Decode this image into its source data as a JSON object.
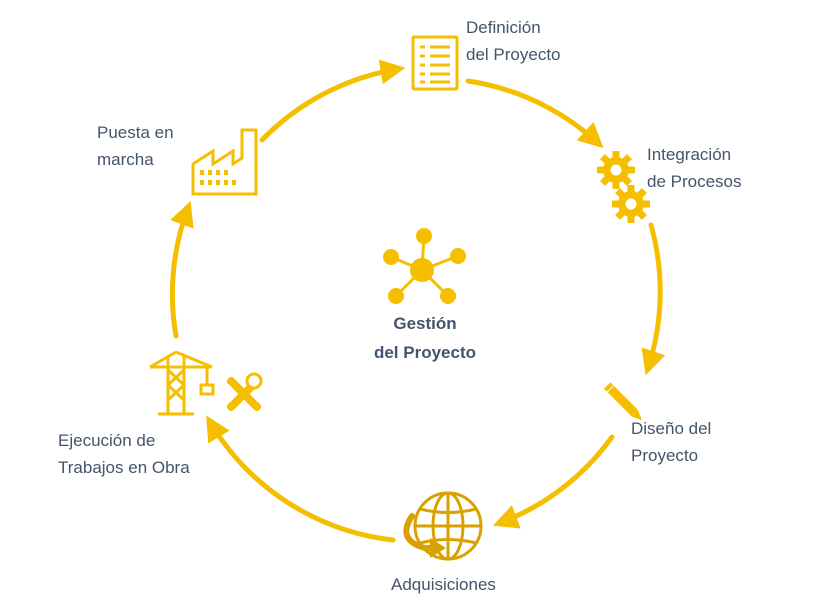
{
  "title": "Gestión del Proyecto",
  "center": {
    "line1": "Gestión",
    "line2": "del Proyecto",
    "icon": "network-hub-icon"
  },
  "stages": [
    {
      "id": "definicion",
      "line1": "Definición",
      "line2": "del Proyecto",
      "icon": "checklist-document-icon"
    },
    {
      "id": "integracion",
      "line1": "Integración",
      "line2": "de Procesos",
      "icon": "gears-icon"
    },
    {
      "id": "diseno",
      "line1": "Diseño del",
      "line2": "Proyecto",
      "icon": "pencil-icon"
    },
    {
      "id": "adquisiciones",
      "line1": "Adquisiciones",
      "line2": "",
      "icon": "globe-arrow-icon"
    },
    {
      "id": "ejecucion",
      "line1": "Ejecución de",
      "line2": "Trabajos en Obra",
      "icon": "crane-tools-icon"
    },
    {
      "id": "puesta",
      "line1": "Puesta en",
      "line2": "marcha",
      "icon": "factory-icon"
    }
  ],
  "colors": {
    "accent": "#f5bf00",
    "accent_dark": "#d9a100",
    "text": "#44546a"
  }
}
